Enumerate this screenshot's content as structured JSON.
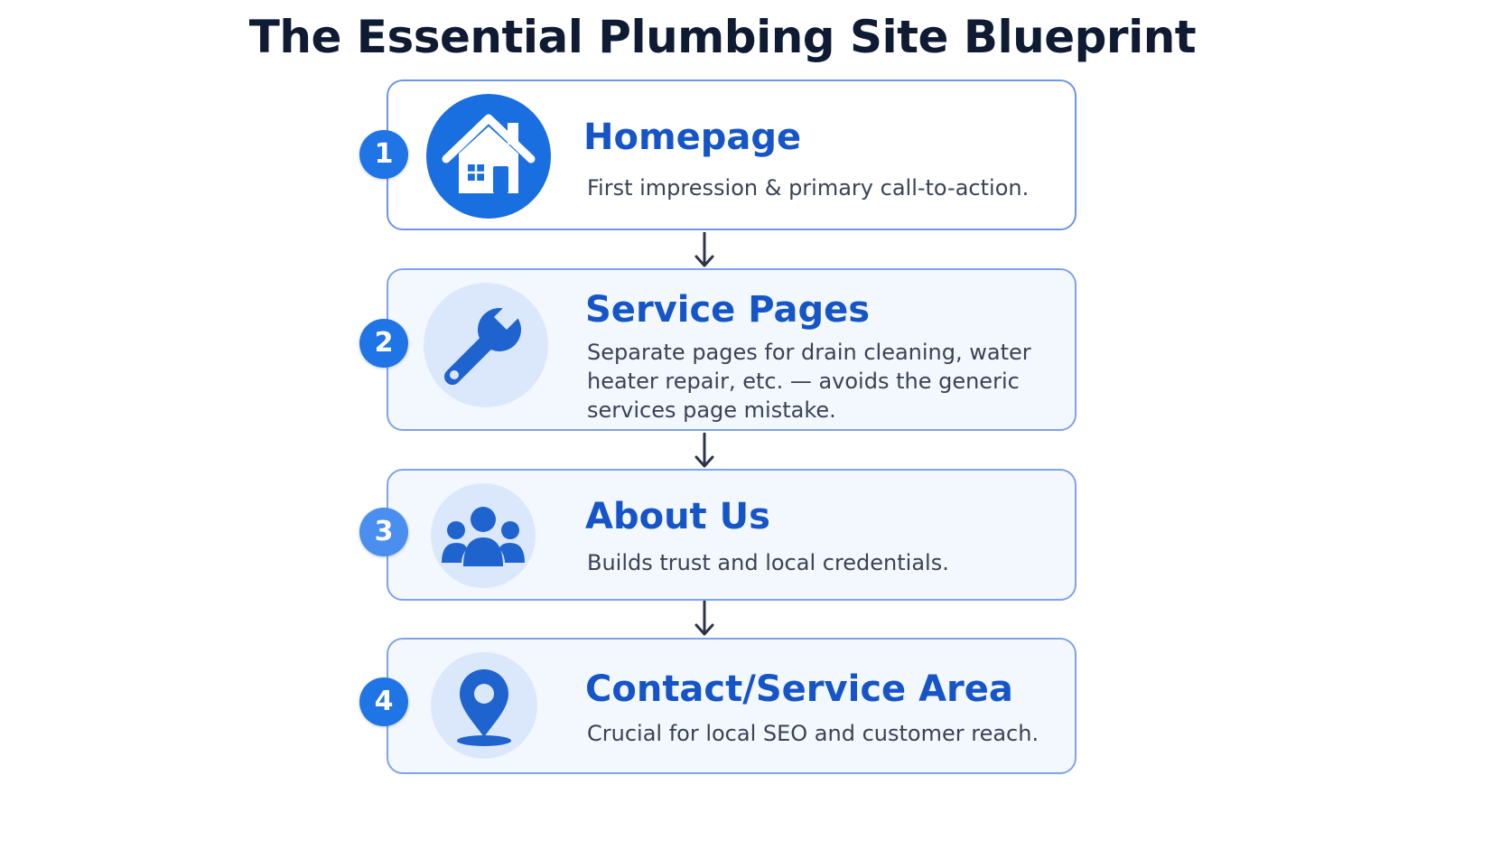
{
  "title": "The Essential Plumbing Site Blueprint",
  "accent_color": "#1a6fe0",
  "title_color": "#0f1b33",
  "steps": [
    {
      "number": "1",
      "icon": "house-icon",
      "title": "Homepage",
      "description": "First impression & primary call-to-action."
    },
    {
      "number": "2",
      "icon": "wrench-icon",
      "title": "Service Pages",
      "description": "Separate pages for drain cleaning, water heater repair, etc. — avoids the generic services page mistake."
    },
    {
      "number": "3",
      "icon": "people-icon",
      "title": "About Us",
      "description": "Builds trust and local credentials."
    },
    {
      "number": "4",
      "icon": "location-pin-icon",
      "title": "Contact/Service Area",
      "description": "Crucial for local SEO and customer reach."
    }
  ]
}
